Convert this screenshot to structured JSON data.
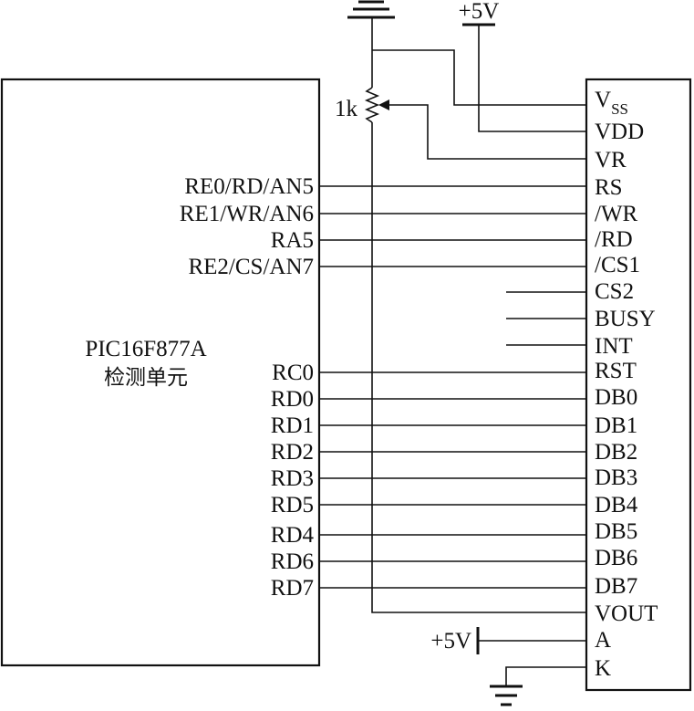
{
  "mcu": {
    "name": "PIC16F877A",
    "subtitle": "检测单元",
    "pins_top": [
      "RE0/RD/AN5",
      "RE1/WR/AN6",
      "RA5",
      "RE2/CS/AN7"
    ],
    "pins_bottom": [
      "RC0",
      "RD0",
      "RD1",
      "RD2",
      "RD3",
      "RD5",
      "RD4",
      "RD6",
      "RD7"
    ]
  },
  "lcd": {
    "vss_main": "V",
    "vss_sub": "SS",
    "pins": [
      "VDD",
      "VR",
      "RS",
      "/WR",
      "/RD",
      "/CS1",
      "CS2",
      "BUSY",
      "INT",
      "RST",
      "DB0",
      "DB1",
      "DB2",
      "DB3",
      "DB4",
      "DB5",
      "DB6",
      "DB7",
      "VOUT",
      "A",
      "K"
    ]
  },
  "power": {
    "top_supply": "+5V",
    "backlight_supply": "+5V"
  },
  "potentiometer": {
    "value": "1k"
  },
  "colors": {
    "ink": "#111111",
    "background": "#ffffff"
  }
}
